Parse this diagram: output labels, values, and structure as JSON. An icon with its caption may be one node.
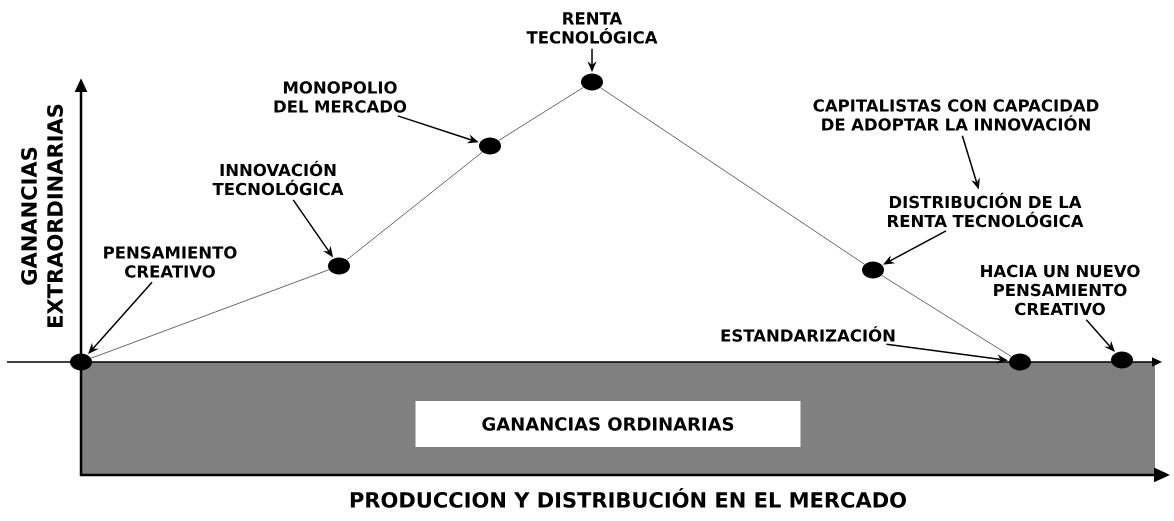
{
  "diagram": {
    "nodes": [
      {
        "text": [],
        "shape": "circle"
      },
      {
        "text": [],
        "shape": "circle"
      },
      {
        "text": [],
        "shape": "circle"
      },
      {
        "text": [],
        "shape": "circle"
      },
      {
        "text": [],
        "shape": "circle"
      },
      {
        "text": [],
        "shape": "circle"
      },
      {
        "text": [],
        "shape": "circle"
      },
      {
        "text": [
          "PENSAMIENTO CREATIVO"
        ]
      },
      {
        "text": [
          "INNOVACIÓN TECNOLÓGICA"
        ]
      },
      {
        "text": [
          "MONOPOLIO DEL MERCADO"
        ]
      },
      {
        "text": [
          "RENTA TECNOLÓGICA"
        ]
      },
      {
        "text": [
          "CAPITALISTAS CON CAPACIDAD DE ADOPTAR LA INNOVACIÓN"
        ]
      },
      {
        "text": [
          "DISTRIBUCIÓN DE LA RENTA TECNOLÓGICA"
        ]
      },
      {
        "text": [
          "ESTANDARIZACIÓN"
        ]
      },
      {
        "text": [
          "HACIA UN NUEVO PENSAMIENTO CREATIVO"
        ]
      },
      {
        "text": [
          "GANANCIAS ORDINARIAS"
        ]
      }
    ],
    "edges": [
      {
        "from": 0,
        "to": 1,
        "arrow": "none"
      },
      {
        "from": 1,
        "to": 2,
        "arrow": "none"
      },
      {
        "from": 2,
        "to": 3,
        "arrow": "none"
      },
      {
        "from": 3,
        "to": 4,
        "arrow": "none"
      },
      {
        "from": 4,
        "to": 5,
        "arrow": "none"
      },
      {
        "from": 7,
        "to": 0,
        "arrow": "to"
      },
      {
        "from": 8,
        "to": 1,
        "arrow": "to"
      },
      {
        "from": 9,
        "to": 2,
        "arrow": "to"
      },
      {
        "from": 10,
        "to": 3,
        "arrow": "to"
      },
      {
        "from": 11,
        "to": 12,
        "arrow": "to"
      },
      {
        "from": 12,
        "to": 4,
        "arrow": "to"
      },
      {
        "from": 13,
        "to": 5,
        "arrow": "to"
      },
      {
        "from": 14,
        "to": 6,
        "arrow": "to"
      }
    ],
    "labels": [
      "GANANCIAS EXTRAORDINARIAS",
      "PRODUCCION Y DISTRIBUCIÓN EN EL MERCADO"
    ]
  }
}
